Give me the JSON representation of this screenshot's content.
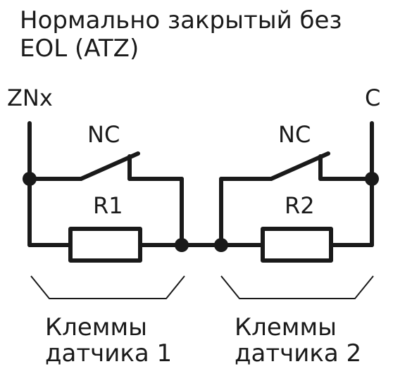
{
  "title": {
    "line1": "Нормально закрытый без",
    "line2": "EOL (ATZ)"
  },
  "terminals": {
    "left": "ZNx",
    "right": "C"
  },
  "contacts": {
    "left": "NC",
    "right": "NC"
  },
  "resistors": {
    "r1": "R1",
    "r2": "R2"
  },
  "captions": {
    "sensor1_line1": "Клеммы",
    "sensor1_line2": "датчика 1",
    "sensor2_line1": "Клеммы",
    "sensor2_line2": "датчика 2"
  },
  "colors": {
    "ink": "#1a1a1a",
    "background": "#ffffff"
  }
}
